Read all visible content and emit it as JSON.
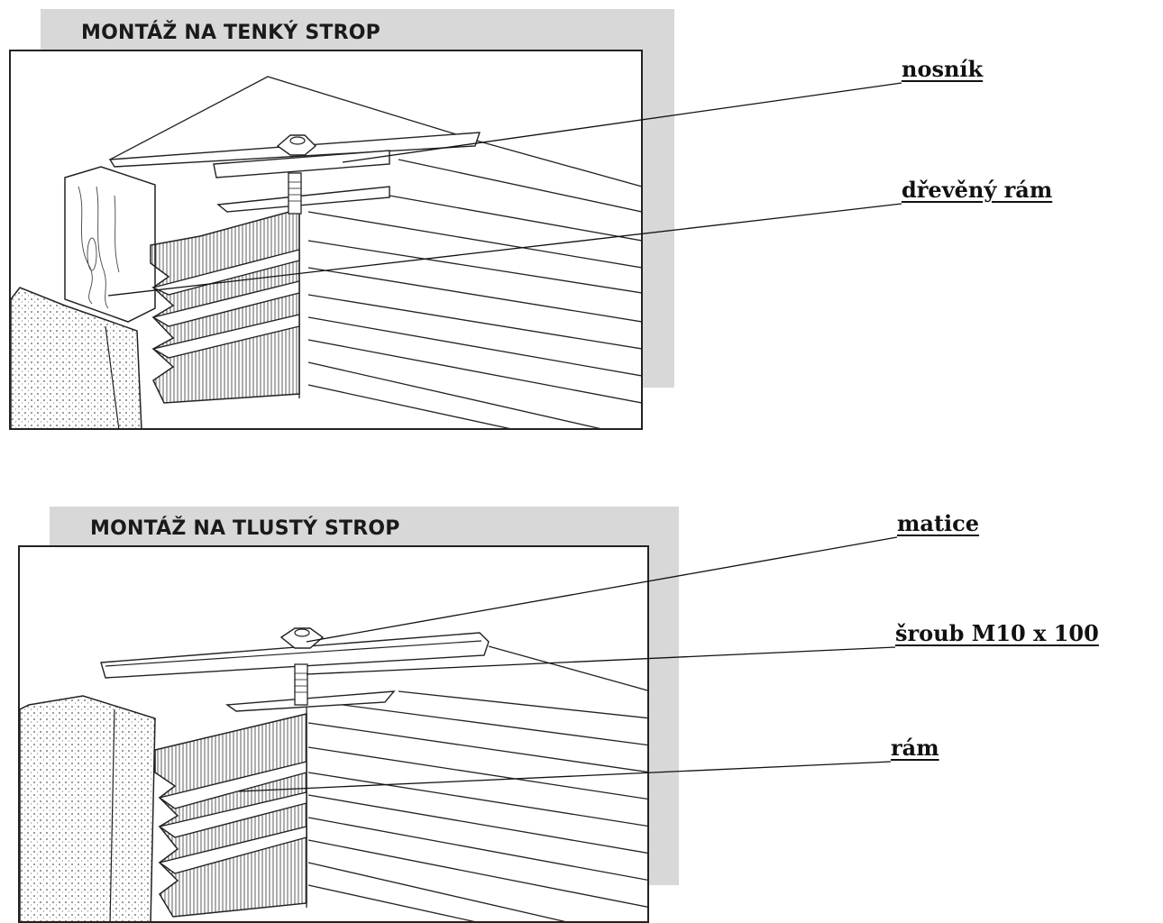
{
  "panels": [
    {
      "title": "MONTÁŽ NA TENKÝ STROP",
      "callouts": [
        "nosník",
        "dřevěný rám"
      ]
    },
    {
      "title": "MONTÁŽ NA TLUSTÝ STROP",
      "callouts": [
        "matice",
        "šroub M10 x 100",
        "rám"
      ]
    }
  ]
}
